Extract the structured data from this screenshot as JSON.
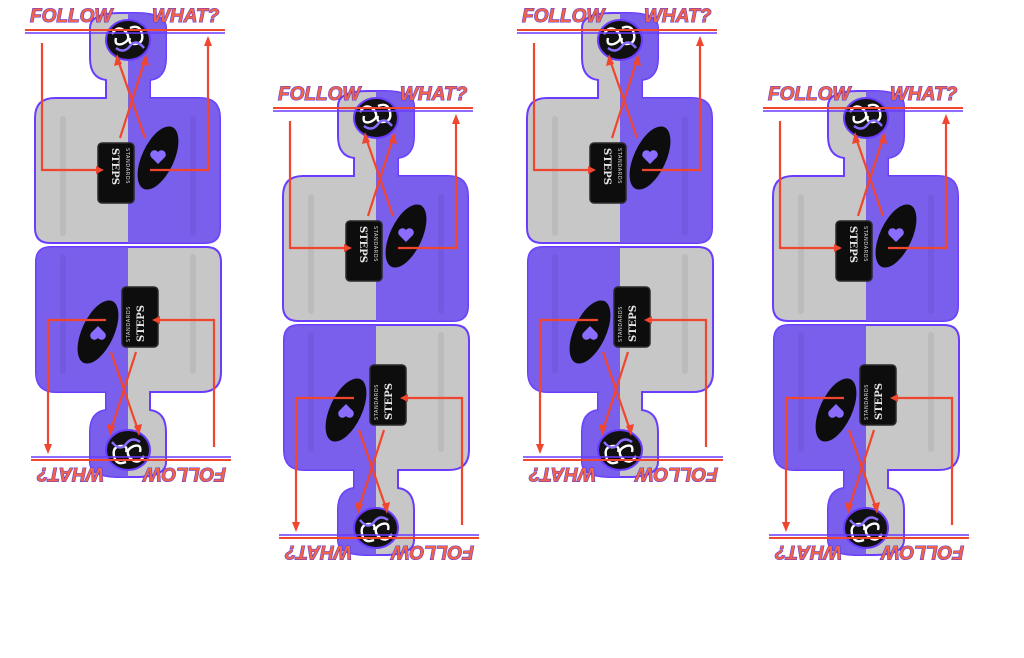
{
  "colors": {
    "grey_body": "#c7c7c7",
    "purple_body": "#7356f0",
    "purple_outline": "#6a3cff",
    "arrow_red": "#f0452e",
    "label_red": "#f0624a",
    "label_shadow": "#5b3bd6",
    "screen_black": "#0d0d0d",
    "heart": "#8a6dff"
  },
  "labels": {
    "follow": "FOLLOW",
    "what": "WHAT?",
    "steps": "STEPS",
    "standards": "STANDARDS"
  },
  "icons": [
    "heart-icon",
    "tribal-swirl-icon",
    "arrow-icon"
  ],
  "panel_count": 4
}
